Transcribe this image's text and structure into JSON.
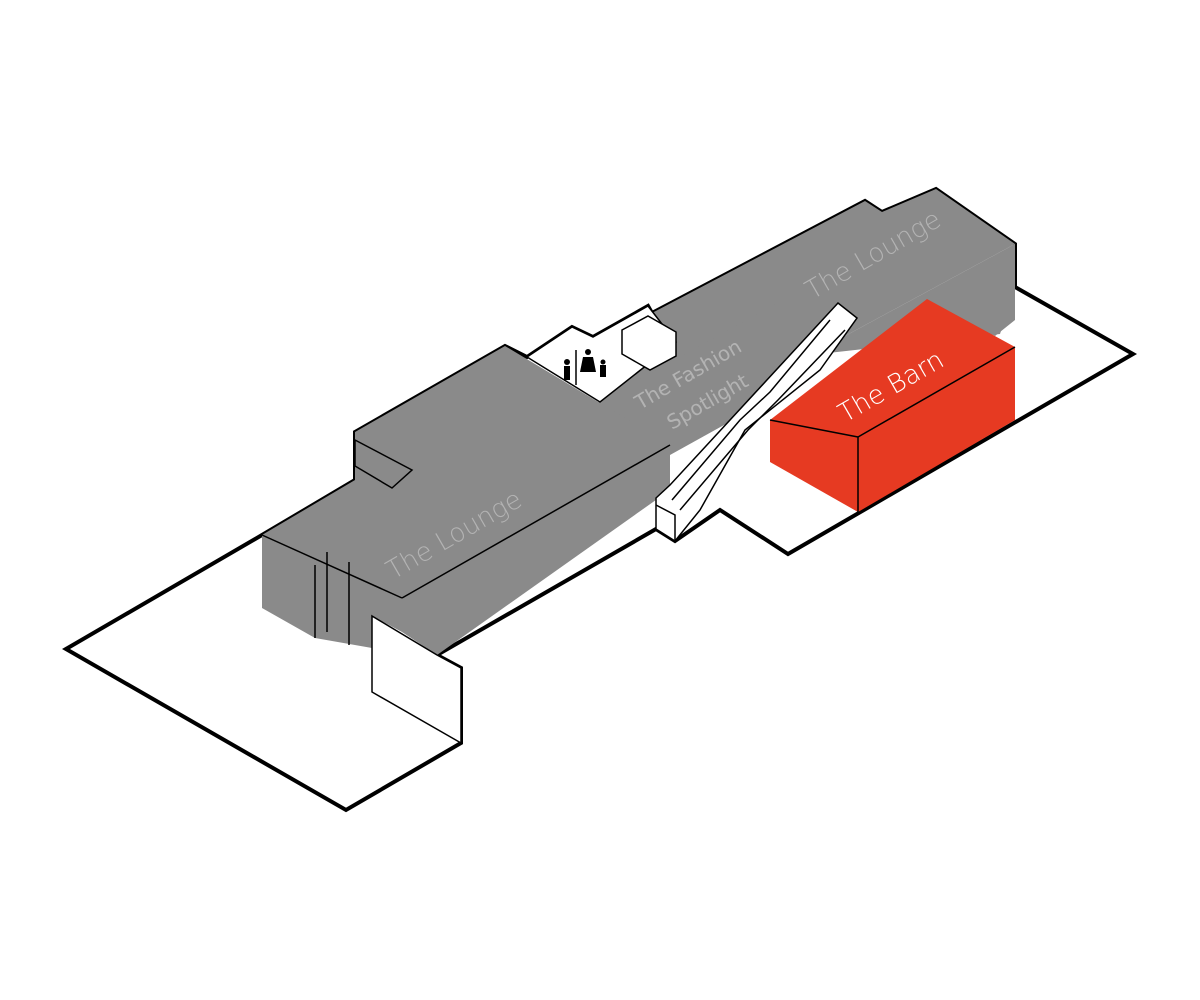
{
  "map": {
    "zones": {
      "lounge_front": {
        "label": "The Lounge"
      },
      "lounge_back": {
        "label": "The Lounge"
      },
      "fashion_spotlight": {
        "line1": "The Fashion",
        "line2": "Spotlight"
      },
      "barn": {
        "label": "The Barn"
      }
    },
    "icons": {
      "restroom": "restroom-icon",
      "escalator": "escalator-icon"
    },
    "colors": {
      "venue_gray": "#8a8a8a",
      "highlight_red": "#e63a22",
      "label_gray": "#b3b3b3",
      "label_white": "#ffffff",
      "outline": "#000000"
    }
  }
}
